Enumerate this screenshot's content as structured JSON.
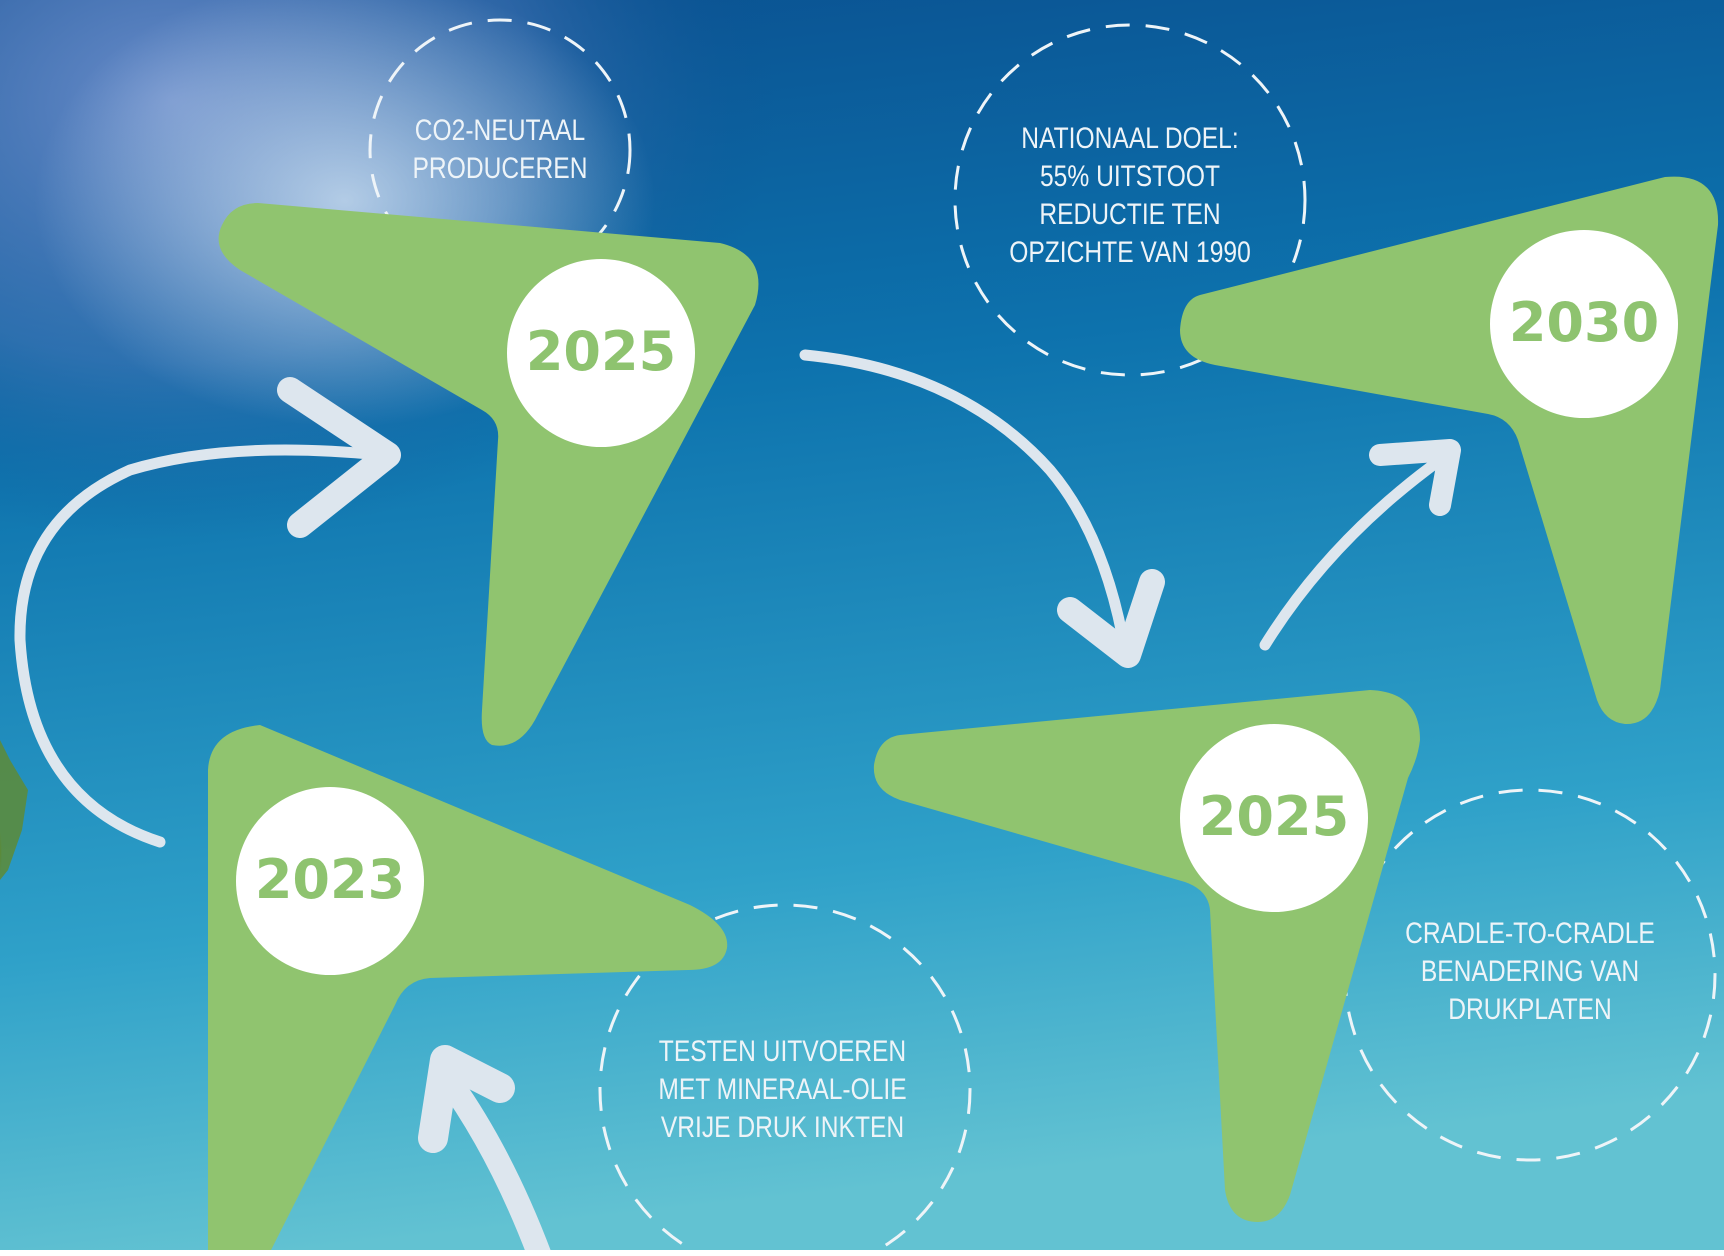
{
  "milestones": [
    {
      "year": "2025",
      "description": [
        "CO2-NEUTAAL",
        "PRODUCEREN"
      ]
    },
    {
      "year": "2030",
      "description": [
        "NATIONAAL DOEL:",
        "55% UITSTOOT",
        "REDUCTIE TEN",
        "OPZICHTE VAN 1990"
      ]
    },
    {
      "year": "2023",
      "description": [
        "TESTEN UITVOEREN",
        "MET MINERAAL-OLIE",
        "VRIJE DRUK INKTEN"
      ]
    },
    {
      "year": "2025",
      "description": [
        "CRADLE-TO-CRADLE",
        "BENADERING VAN",
        "DRUKPLATEN"
      ]
    }
  ],
  "colors": {
    "sky_top": "#0b5b9a",
    "sky_bottom": "#5bbfd0",
    "arrow_green": "#90c46f",
    "year_text": "#8ec36f",
    "flow_arrow": "#dde6ee",
    "label_text": "#eef4f8"
  },
  "icons": [
    "curved-arrow-icon",
    "pointer-arrow-shape"
  ]
}
